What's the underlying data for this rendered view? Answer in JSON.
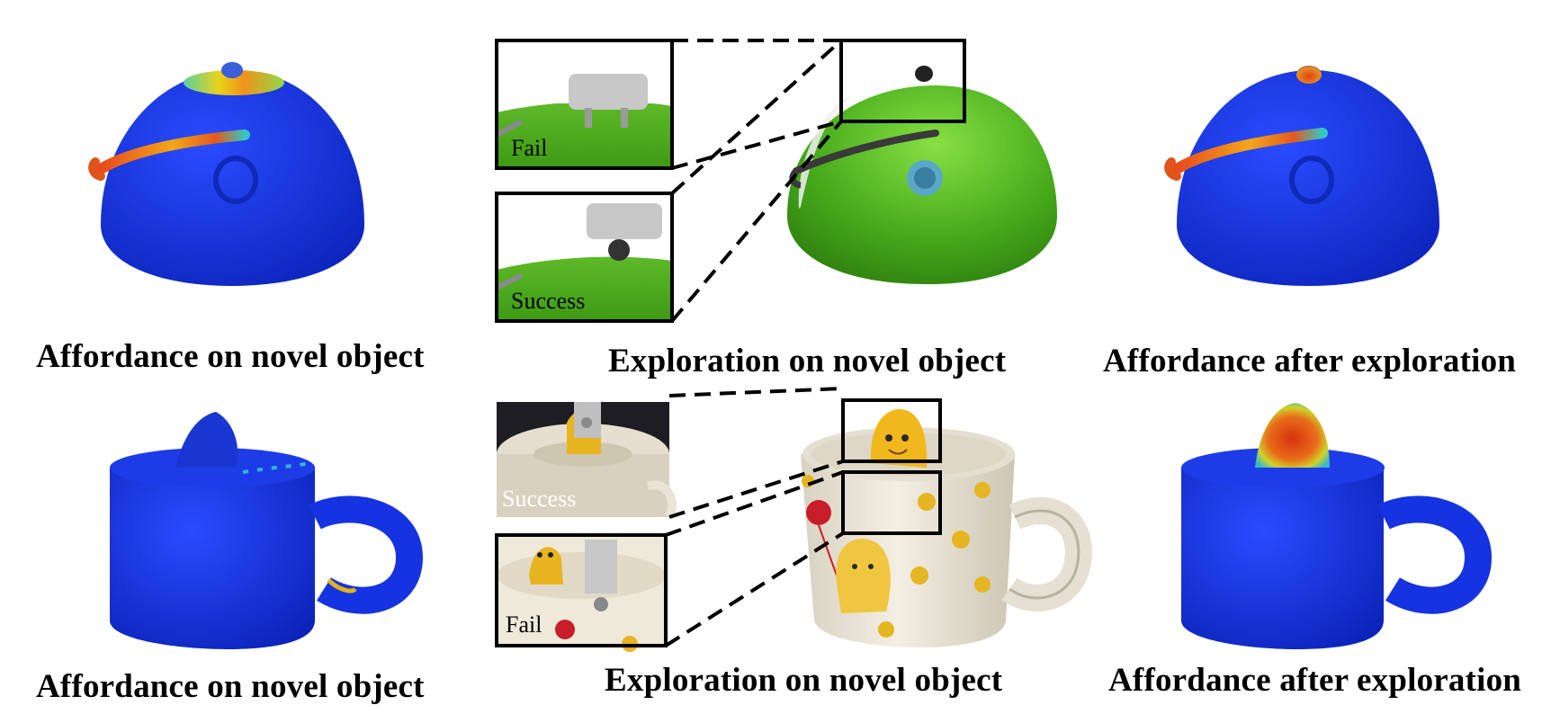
{
  "captions": {
    "row1_left": "Affordance on novel object",
    "row1_middle": "Exploration on novel object",
    "row1_right": "Affordance after exploration",
    "row2_left": "Affordance on novel object",
    "row2_middle": "Exploration on novel object",
    "row2_right": "Affordance after exploration"
  },
  "insets": {
    "teapot_top": "Fail",
    "teapot_bottom": "Success",
    "mug_top": "Success",
    "mug_bottom": "Fail"
  },
  "colors": {
    "affordance_base": "#1533e0",
    "affordance_high": "#e2421b",
    "affordance_mid": "#e8c81a",
    "teapot_green": "#4fb31e",
    "mug_cream": "#ece6d8",
    "dot_yellow": "#e6b522"
  }
}
